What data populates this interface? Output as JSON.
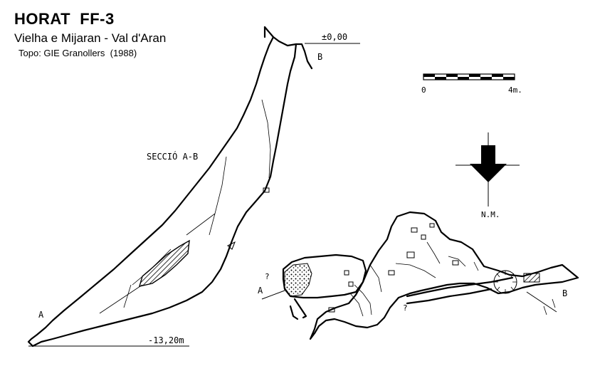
{
  "header": {
    "title": "HORAT  FF-3",
    "location": "Vielha e Mijaran - Val d'Aran",
    "survey_credit": "Topo: GIE Granollers  (1988)"
  },
  "section": {
    "label": "SECCIÓ  A-B",
    "top_datum": "±0,00",
    "bottom_datum": "-13,20m",
    "point_a": "A",
    "point_b": "B"
  },
  "scale_bar": {
    "start_label": "0",
    "end_label": "4m."
  },
  "north_arrow": {
    "label": "N.M."
  },
  "plan": {
    "point_a": "A",
    "point_b": "B",
    "unknown_mark": "?"
  }
}
